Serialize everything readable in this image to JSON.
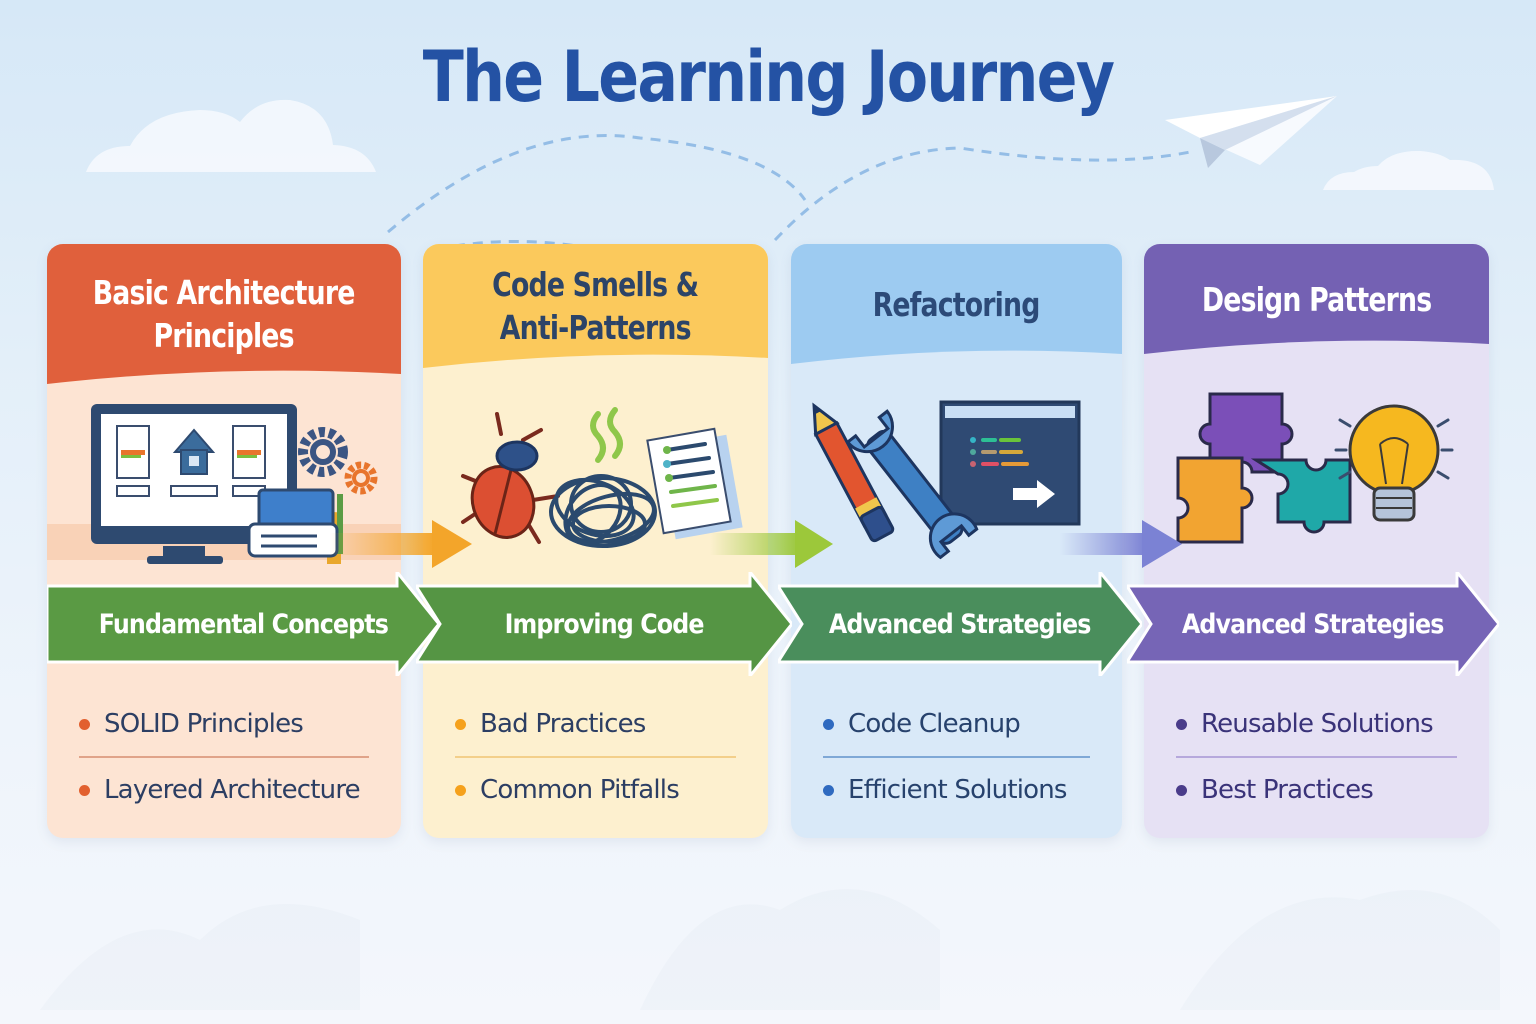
{
  "title": "The Learning Journey",
  "stages": [
    {
      "heading": "Basic Architecture Principles",
      "heading_lines": [
        "Basic Architecture",
        "Principles"
      ],
      "illustration": "monitor-architecture-icon",
      "banner": "Fundamental Concepts",
      "items": [
        "SOLID Principles",
        "Layered Architecture"
      ],
      "colors": {
        "head": "#e0603c",
        "body": "#fde4d3",
        "bullet": "#e2602f",
        "text": "#2c3e63",
        "heading_text": "#ffffff",
        "separator": "#e0a389"
      }
    },
    {
      "heading": "Code Smells & Anti-Patterns",
      "heading_lines": [
        "Code Smells &",
        "Anti-Patterns"
      ],
      "illustration": "bug-tangle-document-icon",
      "banner": "Improving Code",
      "items": [
        "Bad Practices",
        "Common Pitfalls"
      ],
      "colors": {
        "head": "#fbc95c",
        "body": "#fdf0cf",
        "bullet": "#f5a11c",
        "text": "#2c3e63",
        "heading_text": "#2c4468",
        "separator": "#f3cf8a"
      }
    },
    {
      "heading": "Refactoring",
      "heading_lines": [
        "Refactoring"
      ],
      "illustration": "pencil-wrench-code-icon",
      "banner": "Advanced Strategies",
      "items": [
        "Code Cleanup",
        "Efficient Solutions"
      ],
      "colors": {
        "head": "#9dcbf1",
        "body": "#d9e9f8",
        "bullet": "#2f6ac0",
        "text": "#27426d",
        "heading_text": "#2c4a78",
        "separator": "#7fa8d6"
      }
    },
    {
      "heading": "Design Patterns",
      "heading_lines": [
        "Design Patterns"
      ],
      "illustration": "puzzle-lightbulb-icon",
      "banner": "Advanced Strategies",
      "items": [
        "Reusable Solutions",
        "Best Practices"
      ],
      "colors": {
        "head": "#7461b3",
        "body": "#e6e1f4",
        "bullet": "#4a3c8a",
        "text": "#3a3379",
        "heading_text": "#ffffff",
        "separator": "#b6a8dc"
      }
    }
  ],
  "banner_colors": [
    "#5a9a44",
    "#559544",
    "#4a8e5c",
    "#7665b6"
  ],
  "flow_arrow_colors": [
    "#f3a52a",
    "#9cc83a",
    "#7b82d4"
  ]
}
